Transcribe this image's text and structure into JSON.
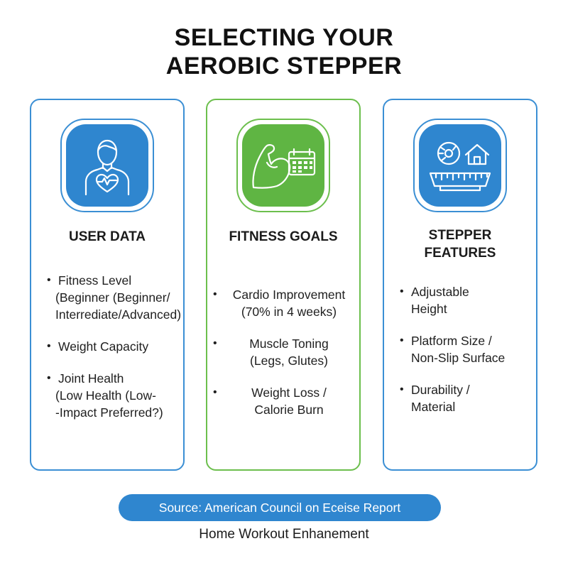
{
  "title": {
    "line1": "SELECTING YOUR",
    "line2": "AEROBIC STEPPER"
  },
  "cards": {
    "user": {
      "icon": "person-heart-icon",
      "title": "USER DATA",
      "bullets": [
        {
          "line1": "Fitness Level",
          "line2": "(Beginner (Beginner/",
          "line3": "Interrediate/Advanced)"
        },
        {
          "line1": "Weight Capacity"
        },
        {
          "line1": "Joint Health",
          "line2": "(Low Health (Low-",
          "line3": "-Impact Preferred?)"
        }
      ]
    },
    "goals": {
      "icon": "muscle-calendar-icon",
      "title": "FITNESS GOALS",
      "bullets": [
        {
          "line1": "Cardio Improvement",
          "line2": "(70% in 4 weeks)"
        },
        {
          "line1": "Muscle Toning",
          "line2": "(Legs, Glutes)"
        },
        {
          "line1": "Weight Loss /",
          "line2": "Calorie Burn"
        }
      ]
    },
    "features": {
      "icon": "tape-measure-house-icon",
      "title_line1": "STEPPER",
      "title_line2": "FEATURES",
      "bullets": [
        {
          "line1": "Adjustable",
          "line2": "Height"
        },
        {
          "line1": "Platform Size /",
          "line2": "Non-Slip Surface"
        },
        {
          "line1": "Durability /",
          "line2": "Material"
        }
      ]
    }
  },
  "source": "Source: American Council on Eceise Report",
  "footer": "Home Workout Enhanement",
  "colors": {
    "blue": "#2f86cf",
    "blue_border": "#3b8fd4",
    "green": "#5fb543",
    "green_border": "#6cbf4d"
  }
}
